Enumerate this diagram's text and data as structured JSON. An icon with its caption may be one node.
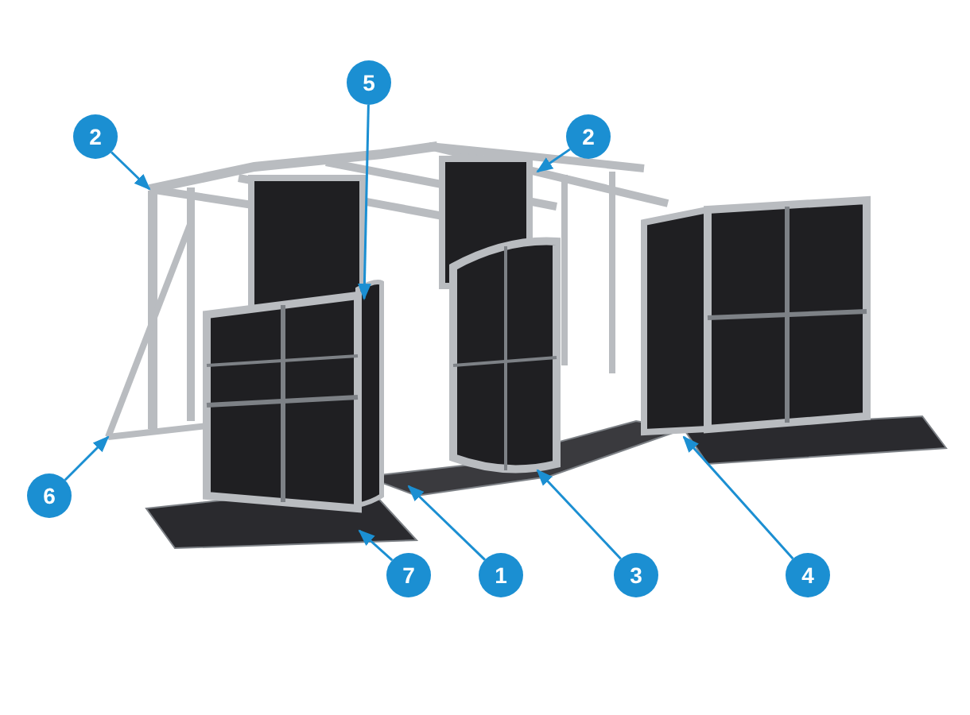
{
  "diagram": {
    "nodes": [
      {
        "text": [
          "5"
        ]
      },
      {
        "text": [
          "2"
        ]
      },
      {
        "text": [
          "2"
        ]
      },
      {
        "text": [
          "6"
        ]
      },
      {
        "text": [
          "7"
        ]
      },
      {
        "text": [
          "1"
        ]
      },
      {
        "text": [
          "3"
        ]
      },
      {
        "text": [
          "4"
        ]
      }
    ],
    "edges": [
      {
        "from": 0,
        "to": null,
        "arrow": "to"
      },
      {
        "from": 1,
        "to": null,
        "arrow": "to"
      },
      {
        "from": 2,
        "to": null,
        "arrow": "to"
      },
      {
        "from": 3,
        "to": null,
        "arrow": "to"
      },
      {
        "from": 4,
        "to": null,
        "arrow": "to"
      },
      {
        "from": 5,
        "to": null,
        "arrow": "to"
      },
      {
        "from": 6,
        "to": null,
        "arrow": "to"
      },
      {
        "from": 7,
        "to": null,
        "arrow": "to"
      }
    ]
  }
}
